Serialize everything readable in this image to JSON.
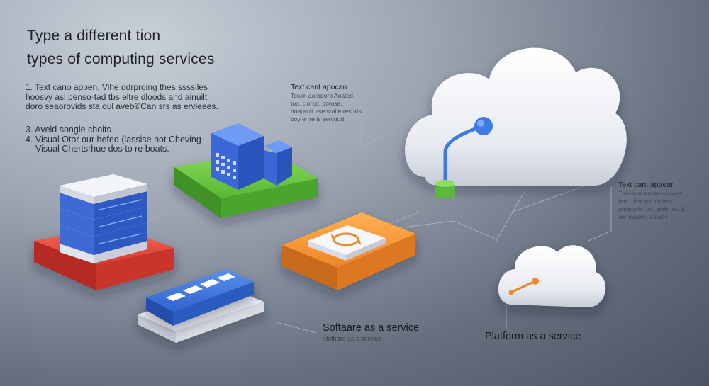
{
  "title": {
    "line1": "Type a different tion",
    "line2": "types of computing services"
  },
  "list_a": {
    "line1": "1.  Text cano appen, Vihe ddrproing thes ssssiles",
    "line2": "hoosvy asl penso-tad tbs eltre dloods and ainuilt",
    "line3": "doro seaorovids sta oul aveb©Can srs as ervieees."
  },
  "list_b": {
    "line1": "3.  Aveld songle choits",
    "line2": "4.  Visual Otor our hefed (lassise not Cheving",
    "line3": "Visual Chertsrhue dos to re boats."
  },
  "note_top": {
    "head": "Text cant apocan",
    "line1": "Tosan aoerporo Aoated.",
    "line2": "too, clorod, porose,",
    "line3": "hoapvoif ase sraife resurts",
    "line4": "boy errre is servoud."
  },
  "note_right": {
    "head": "Text cant appear",
    "line1": "Tvesfolaceacee covvect",
    "line2": "bos. ohnnes, coums",
    "line3": "uhopovho ino sndk insult",
    "line4": "sor mnone servioe."
  },
  "captions": {
    "saas": "Softaare as a service",
    "saas_sub": "nfsfhare as s service",
    "paas": "Platform as a service"
  },
  "colors": {
    "green": "#5cb83c",
    "red": "#e2443a",
    "orange": "#f08a2c",
    "blue": "#3a6fd8",
    "cloud": "#eef1f6"
  },
  "icons": [
    "building-icon",
    "server-stack-icon",
    "sync-icon",
    "keyboard-icon",
    "cloud-icon",
    "connector-icon"
  ]
}
